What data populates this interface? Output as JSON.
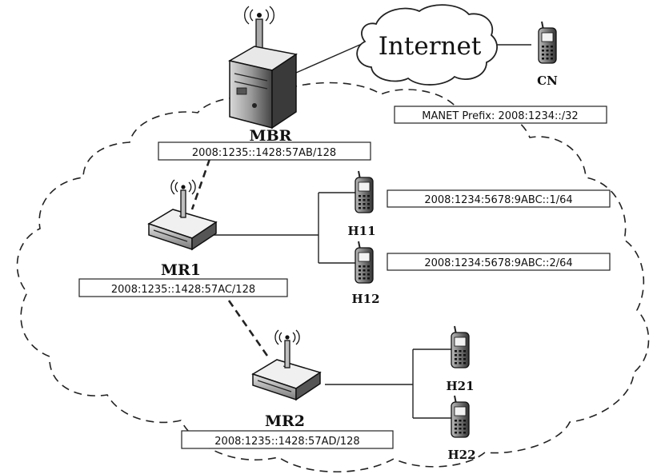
{
  "internet": {
    "label": "Internet"
  },
  "nodes": {
    "cn": {
      "label": "CN"
    },
    "mbr": {
      "label": "MBR",
      "address": "2008:1235::1428:57AB/128"
    },
    "mr1": {
      "label": "MR1",
      "address": "2008:1235::1428:57AC/128"
    },
    "mr2": {
      "label": "MR2",
      "address": "2008:1235::1428:57AD/128"
    },
    "h11": {
      "label": "H11",
      "address": "2008:1234:5678:9ABC::1/64"
    },
    "h12": {
      "label": "H12",
      "address": "2008:1234:5678:9ABC::2/64"
    },
    "h21": {
      "label": "H21"
    },
    "h22": {
      "label": "H22"
    }
  },
  "manet_prefix": "MANET Prefix: 2008:1234::/32",
  "icons": {
    "server": "server-icon",
    "router": "router-icon",
    "phone": "mobile-phone-icon",
    "cloud": "cloud-icon"
  }
}
